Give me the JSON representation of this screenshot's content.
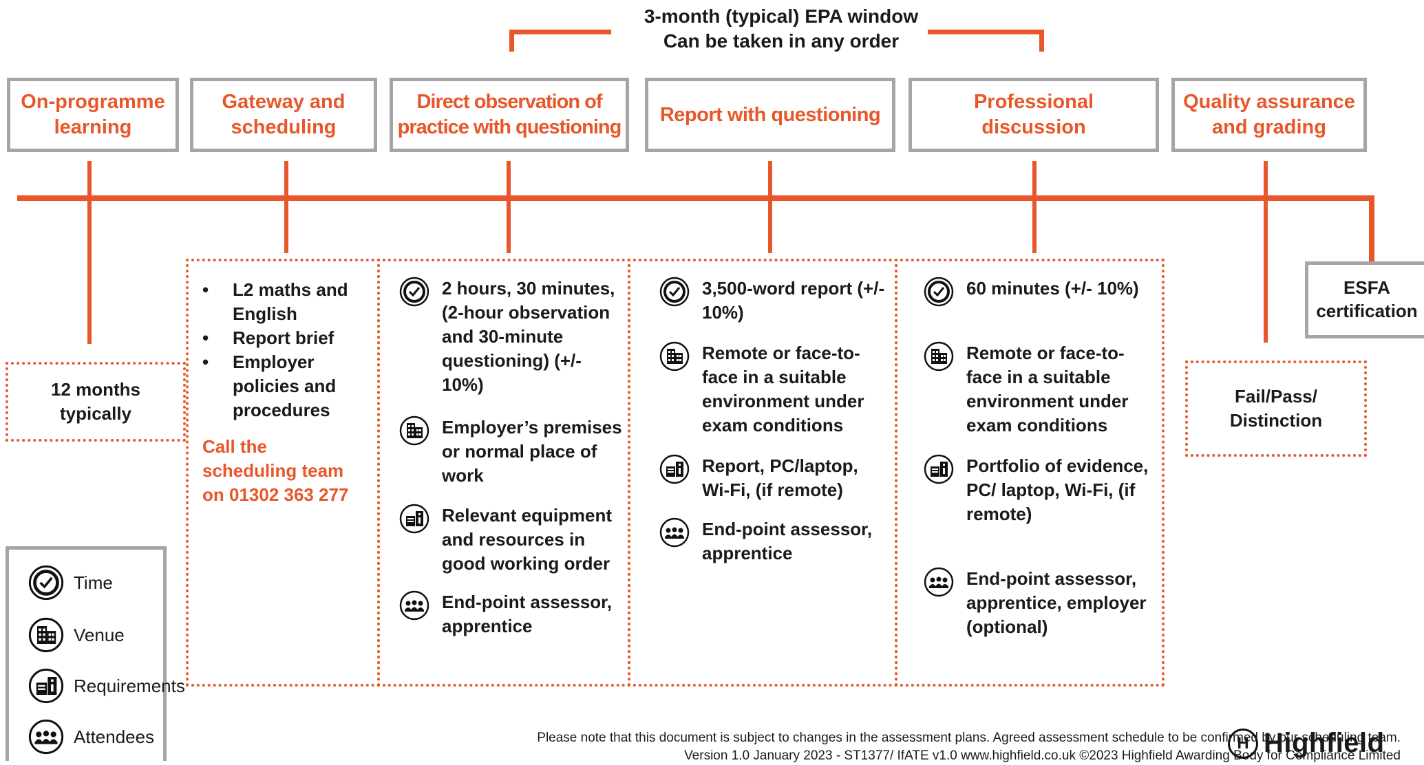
{
  "window": {
    "line1": "3-month (typical) EPA window",
    "line2": "Can be taken in any order"
  },
  "stages": [
    {
      "line1": "On-programme",
      "line2": "learning"
    },
    {
      "line1": "Gateway and",
      "line2": "scheduling"
    },
    {
      "line1": "Direct observation of",
      "line2": "practice with questioning"
    },
    {
      "line1": "Report with questioning",
      "line2": ""
    },
    {
      "line1": "Professional",
      "line2": "discussion"
    },
    {
      "line1": "Quality assurance",
      "line2": "and grading"
    }
  ],
  "esfa": {
    "line1": "ESFA",
    "line2": "certification"
  },
  "on_programme": {
    "line1": "12 months",
    "line2": "typically"
  },
  "gateway": {
    "bullets": [
      "L2 maths and English",
      "Report brief",
      "Employer policies and procedures"
    ],
    "call1": "Call the",
    "call2": "scheduling team",
    "call3": "on 01302 363 277"
  },
  "observation": {
    "time": "2 hours, 30 minutes, (2-hour observation and 30-minute questioning) (+/- 10%)",
    "venue": "Employer’s premises or normal place of work",
    "requirements": "Relevant equipment and resources in good working order",
    "attendees": "End-point assessor, apprentice"
  },
  "report": {
    "time": "3,500-word report (+/- 10%)",
    "venue": "Remote or face-to-face in a suitable environment under exam conditions",
    "requirements": "Report, PC/laptop, Wi-Fi, (if remote)",
    "attendees": "End-point assessor, apprentice"
  },
  "discussion": {
    "time": "60 minutes (+/- 10%)",
    "venue": "Remote or face-to-face in a suitable environment under exam conditions",
    "requirements": "Portfolio of evidence, PC/ laptop, Wi-Fi, (if remote)",
    "attendees": "End-point assessor, apprentice, employer (optional)"
  },
  "grading": {
    "line1": "Fail/Pass/",
    "line2": "Distinction"
  },
  "legend": {
    "time": "Time",
    "venue": "Venue",
    "requirements": "Requirements",
    "attendees": "Attendees"
  },
  "footer": {
    "line1": "Please note that this document is subject to changes in the assessment plans.  Agreed assessment schedule to be confirmed by our scheduling team.",
    "line2": "Version 1.0 January 2023  -  ST1377/ IfATE v1.0   www.highfield.co.uk   ©2023 Highfield Awarding Body for Compliance Limited"
  },
  "logo": {
    "letter": "H",
    "name": "Highfield"
  },
  "colors": {
    "accent": "#e8572a",
    "frame": "#a5a5a5"
  }
}
